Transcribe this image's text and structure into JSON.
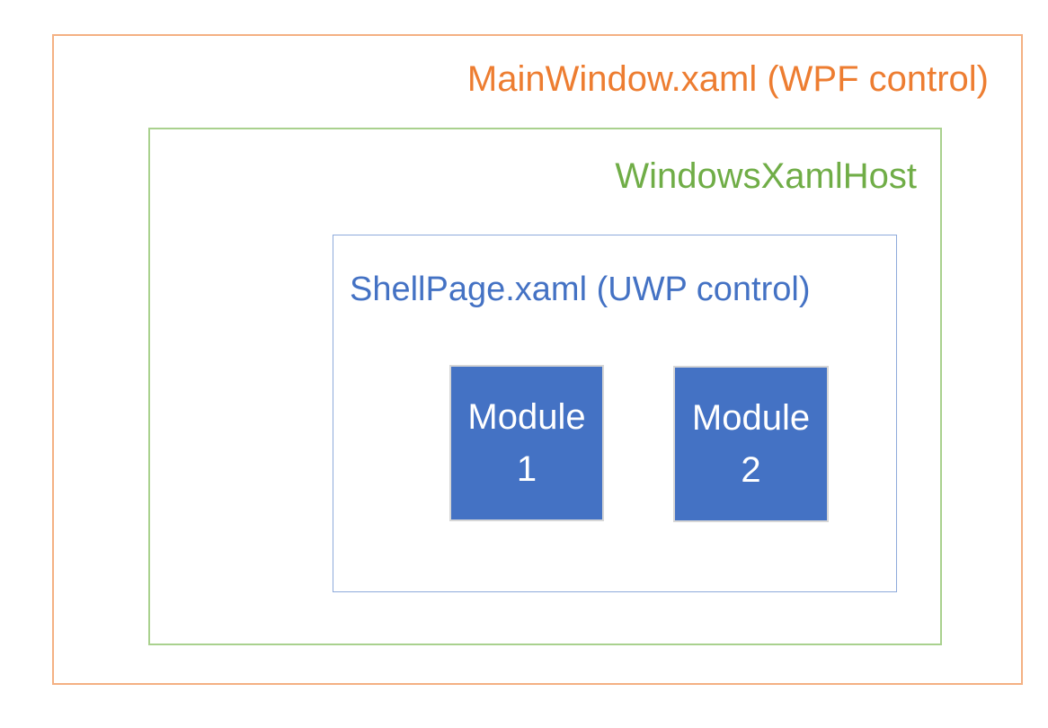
{
  "diagram": {
    "outer_box": {
      "label": "MainWindow.xaml (WPF control)",
      "technology": "WPF"
    },
    "host_box": {
      "label": "WindowsXamlHost"
    },
    "shell_box": {
      "label": "ShellPage.xaml (UWP control)",
      "technology": "UWP"
    },
    "modules": [
      {
        "line1": "Module",
        "line2": "1"
      },
      {
        "line1": "Module",
        "line2": "2"
      }
    ]
  },
  "theme": {
    "background": "#FFFFFF",
    "outer_text": "#ED7D31",
    "outer_border": "#F4B183",
    "host_text": "#70AD47",
    "host_border": "#A9D18E",
    "shell_text": "#4472C4",
    "shell_border": "#8EAADB",
    "module_fill": "#4472C4",
    "module_border": "#D6D6D6",
    "module_text": "#FFFFFF"
  }
}
